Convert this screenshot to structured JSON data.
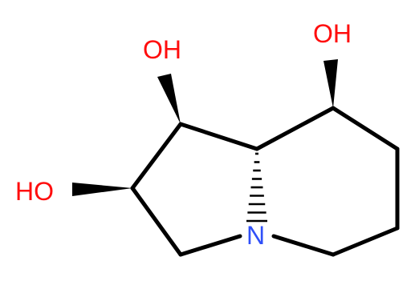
{
  "molecule": {
    "atoms": {
      "oh_top_left": "OH",
      "oh_top_right": "OH",
      "ho_left": "HO",
      "nitrogen": "N"
    }
  },
  "colors": {
    "oxygen": "#ff0d0d",
    "nitrogen": "#3050f8",
    "bond": "#000000",
    "background": "#ffffff"
  }
}
